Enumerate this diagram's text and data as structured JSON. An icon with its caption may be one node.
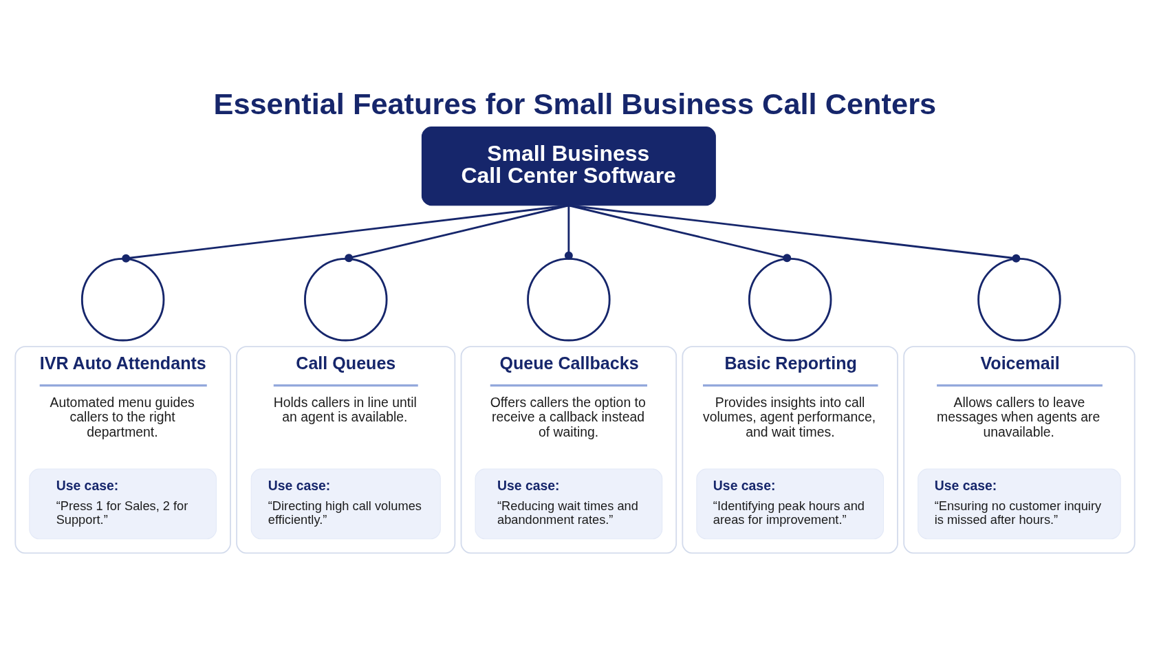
{
  "diagram": {
    "title": "Essential Features for Small Business Call Centers",
    "nodes": [
      {
        "text": [
          "Small Business Call Center Software"
        ]
      },
      {
        "text": [],
        "shape": "circle"
      },
      {
        "text": [
          "IVR Auto Attendants",
          "Automated menu guides callers to the right department."
        ]
      },
      {
        "text": [
          "Use case:",
          "“Press 1 for Sales, 2 for Support.”"
        ],
        "in": 2
      },
      {
        "text": [],
        "shape": "circle"
      },
      {
        "text": [
          "Call Queues",
          "Holds callers in line until an agent is available."
        ]
      },
      {
        "text": [
          "Use case:",
          "“Directing high call volumes efficiently.”"
        ],
        "in": 5
      },
      {
        "text": [],
        "shape": "circle"
      },
      {
        "text": [
          "Queue Callbacks",
          "Offers callers the option to receive a callback instead of waiting."
        ]
      },
      {
        "text": [
          "Use case:",
          "“Reducing wait times and abandonment rates.”"
        ],
        "in": 8
      },
      {
        "text": [],
        "shape": "circle"
      },
      {
        "text": [
          "Basic Reporting",
          "Provides insights into call volumes, agent performance, and wait times."
        ]
      },
      {
        "text": [
          "Use case:",
          "“Identifying peak hours and areas for improvement.”"
        ],
        "in": 11
      },
      {
        "text": [],
        "shape": "circle"
      },
      {
        "text": [
          "Voicemail",
          "Allows callers to leave messages when agents are unavailable."
        ]
      },
      {
        "text": [
          "Use case:",
          "“Ensuring no customer inquiry is missed after hours.”"
        ],
        "in": 14
      }
    ],
    "edges": [
      {
        "from": 0,
        "to": 1,
        "arrow": "other"
      },
      {
        "from": 0,
        "to": 4,
        "arrow": "other"
      },
      {
        "from": 0,
        "to": 7,
        "arrow": "other"
      },
      {
        "from": 0,
        "to": 10,
        "arrow": "other"
      },
      {
        "from": 0,
        "to": 13,
        "arrow": "other"
      }
    ]
  }
}
